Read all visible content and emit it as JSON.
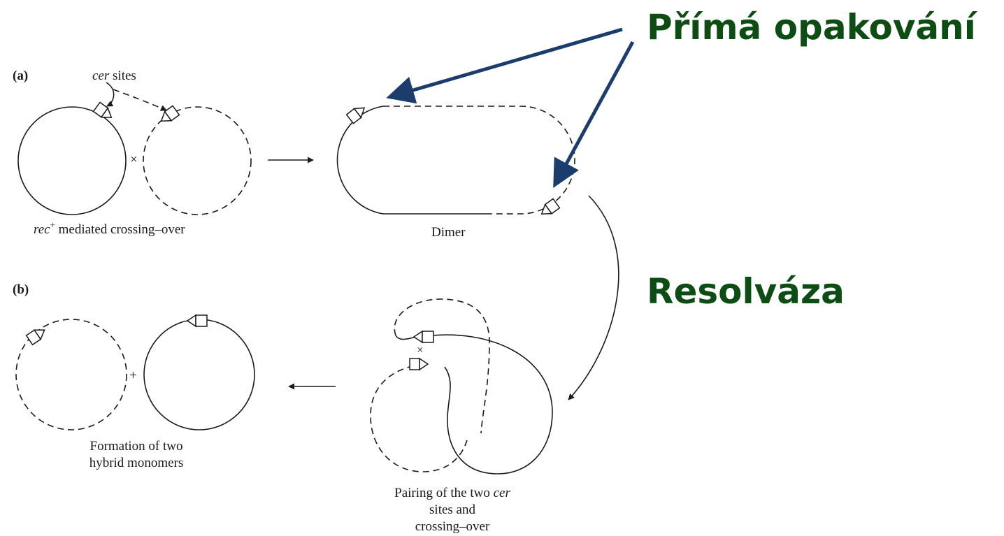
{
  "annotations": {
    "direct_repeats": "Přímá opakování",
    "resolvase": "Resolváza"
  },
  "panel_a": {
    "label": "(a)",
    "cer_italic": "cer",
    "cer_rest": " sites",
    "cross_symbol": "×",
    "rec_italic": "rec",
    "rec_sup": "+",
    "rec_rest": " mediated crossing–over",
    "dimer_caption": "Dimer"
  },
  "panel_b": {
    "label": "(b)",
    "plus_symbol": "+",
    "cross_symbol": "×",
    "formation_line1": "Formation of two",
    "formation_line2": "hybrid monomers",
    "pairing_line1_a": "Pairing of the two ",
    "pairing_line1_italic": "cer",
    "pairing_line2": "sites and",
    "pairing_line3": "crossing–over"
  },
  "colors": {
    "annotation_text": "#0d4d14",
    "annotation_arrow": "#1b3d6e",
    "line": "#1a1a1a"
  }
}
